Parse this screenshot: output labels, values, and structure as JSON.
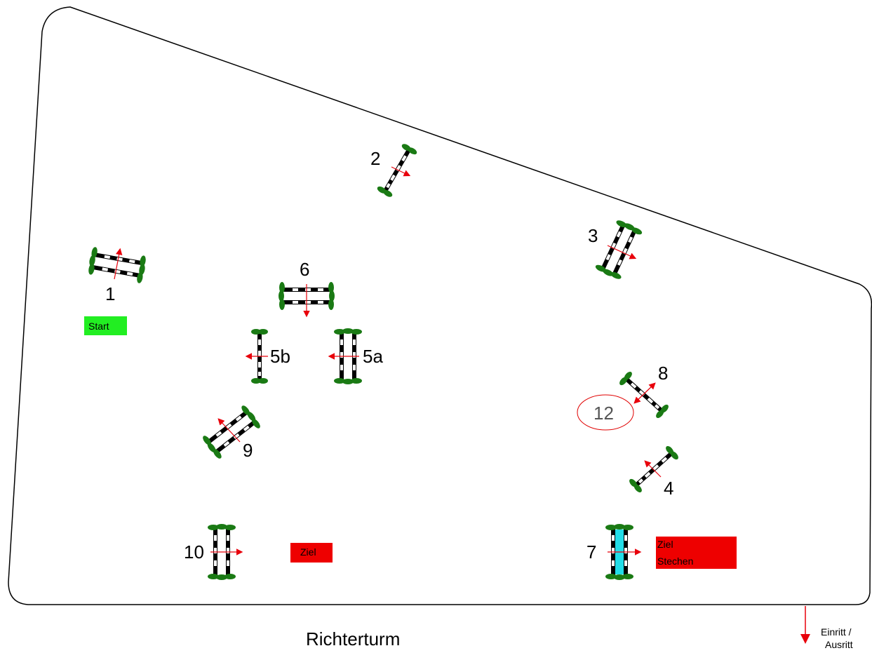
{
  "course": {
    "fence_labels": {
      "f1": "1",
      "f2": "2",
      "f3": "3",
      "f4": "4",
      "f5a": "5a",
      "f5b": "5b",
      "f6": "6",
      "f7": "7",
      "f8": "8",
      "f9": "9",
      "f10": "10"
    },
    "start_label": "Start",
    "finish_label": "Ziel",
    "jumpoff_finish_line1": "Ziel",
    "jumpoff_finish_line2": "Stechen",
    "circle_marker": "12",
    "judges_tower": "Richterturm",
    "entrance_line1": "Einritt /",
    "entrance_line2": "Ausritt"
  },
  "colors": {
    "arena_line": "#000000",
    "direction_arrow": "#e8000b",
    "start_box": "#22ee22",
    "finish_box": "#ee0000",
    "shrub": "#1a7a14",
    "water_fill": "#22dde8",
    "circle_marker": "#e00000",
    "circle_text": "#555555"
  }
}
